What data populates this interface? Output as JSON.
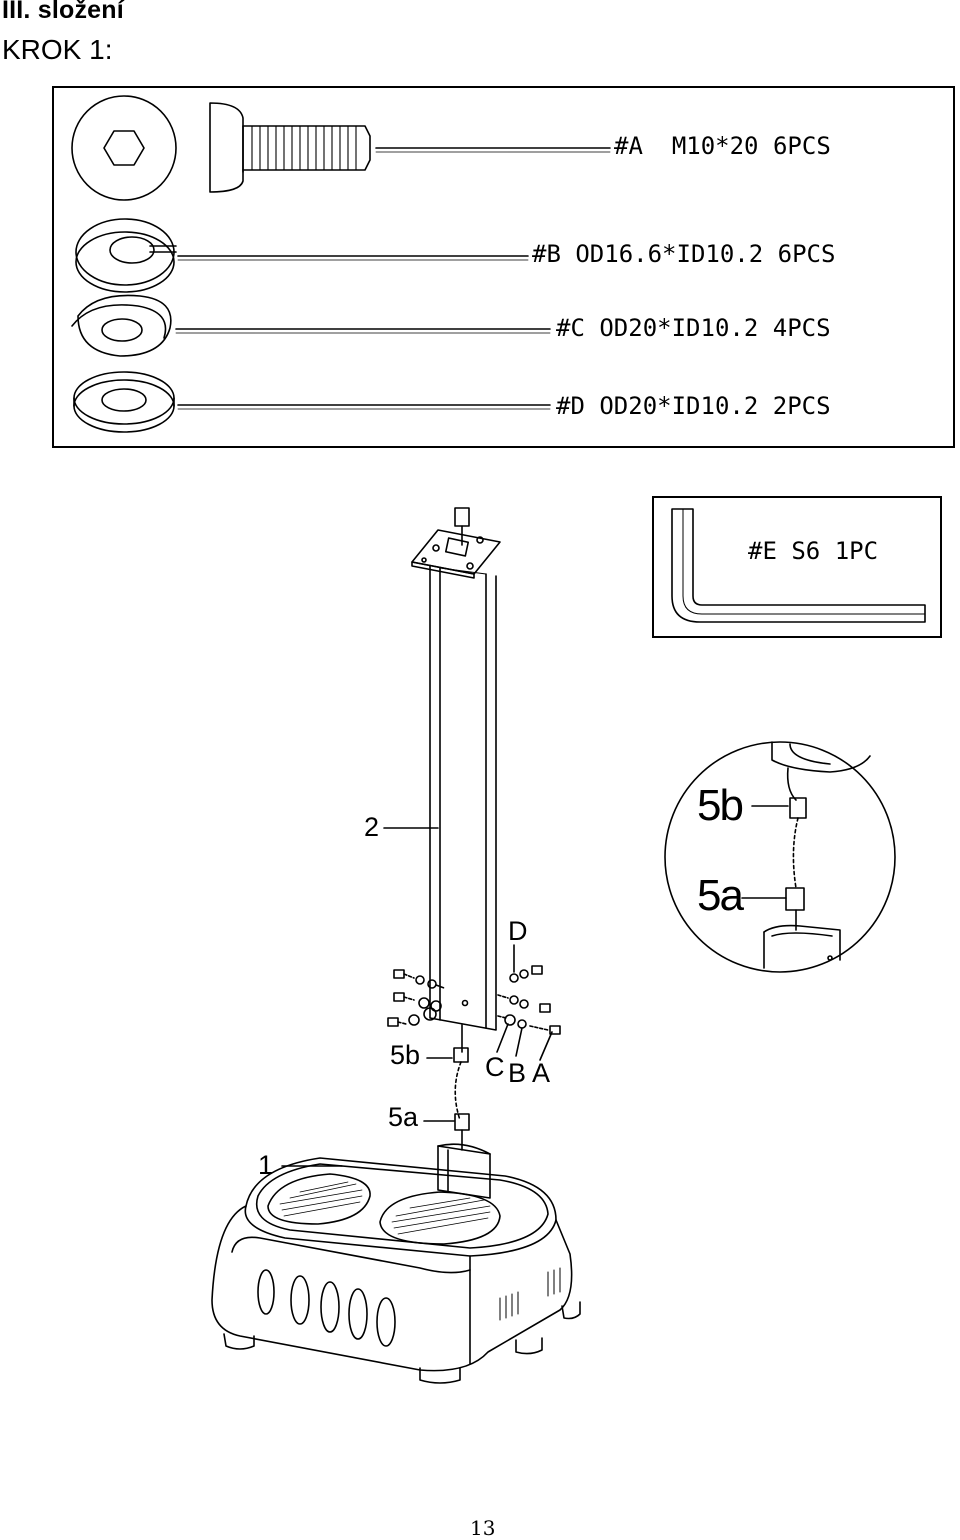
{
  "header": {
    "title": "III. složení",
    "step": "KROK 1:"
  },
  "parts": [
    {
      "code": "#A",
      "spec": "M10*20",
      "qty": "6PCS",
      "icon": "bolt-icon"
    },
    {
      "code": "#B",
      "spec": "OD16.6*ID10.2",
      "qty": "6PCS",
      "icon": "spring-washer-icon"
    },
    {
      "code": "#C",
      "spec": "OD20*ID10.2",
      "qty": "4PCS",
      "icon": "curved-washer-icon"
    },
    {
      "code": "#D",
      "spec": "OD20*ID10.2",
      "qty": "2PCS",
      "icon": "flat-washer-icon"
    }
  ],
  "tool": {
    "code": "#E",
    "spec": "S6",
    "qty": "1PC",
    "icon": "allen-key-icon"
  },
  "callouts": {
    "part_1": "1",
    "part_2": "2",
    "part_5a": "5a",
    "part_5b": "5b",
    "hw_a": "A",
    "hw_b": "B",
    "hw_c": "C",
    "hw_d": "D"
  },
  "detail": {
    "label_5b": "5b",
    "label_5a": "5a"
  },
  "footer": {
    "page_number": "13"
  }
}
